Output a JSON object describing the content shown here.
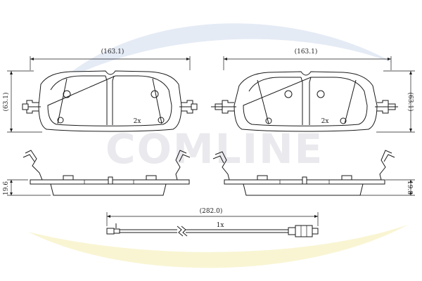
{
  "watermark": {
    "text": "COMLINE",
    "color": "#e9e9ee",
    "swoosh_blue": "#dfe6f2",
    "swoosh_yellow": "#f7f2c8"
  },
  "left_pad": {
    "width_label": "(163.1)",
    "height_label": "(63.1)",
    "qty_label": "2x",
    "thickness_label": "19.6"
  },
  "right_pad": {
    "width_label": "(163.1)",
    "height_label": "(63.1)",
    "qty_label": "2x",
    "thickness_label": "19.8"
  },
  "sensor": {
    "length_label": "(282.0)",
    "qty_label": "1x"
  }
}
